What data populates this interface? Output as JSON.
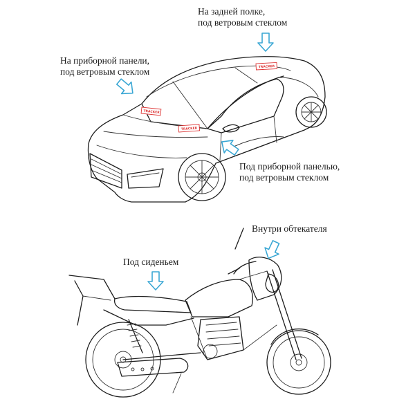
{
  "labels": {
    "rear_shelf": {
      "line1": "На задней полке,",
      "line2": "под ветровым стеклом"
    },
    "dashboard_top": {
      "line1": "На приборной панели,",
      "line2": "под ветровым стеклом"
    },
    "dashboard_under": {
      "line1": "Под приборной панелью,",
      "line2": "под ветровым стеклом"
    },
    "fairing": {
      "line1": "Внутри обтекателя"
    },
    "seat": {
      "line1": "Под сиденьем"
    }
  },
  "tag_text": "TRACKER",
  "colors": {
    "arrow": "#3aa7d4",
    "tag": "#dd3333",
    "line": "#1e1e1e"
  },
  "icons": {
    "arrow": "arrow-icon",
    "tracker": "tracker-tag-icon"
  }
}
